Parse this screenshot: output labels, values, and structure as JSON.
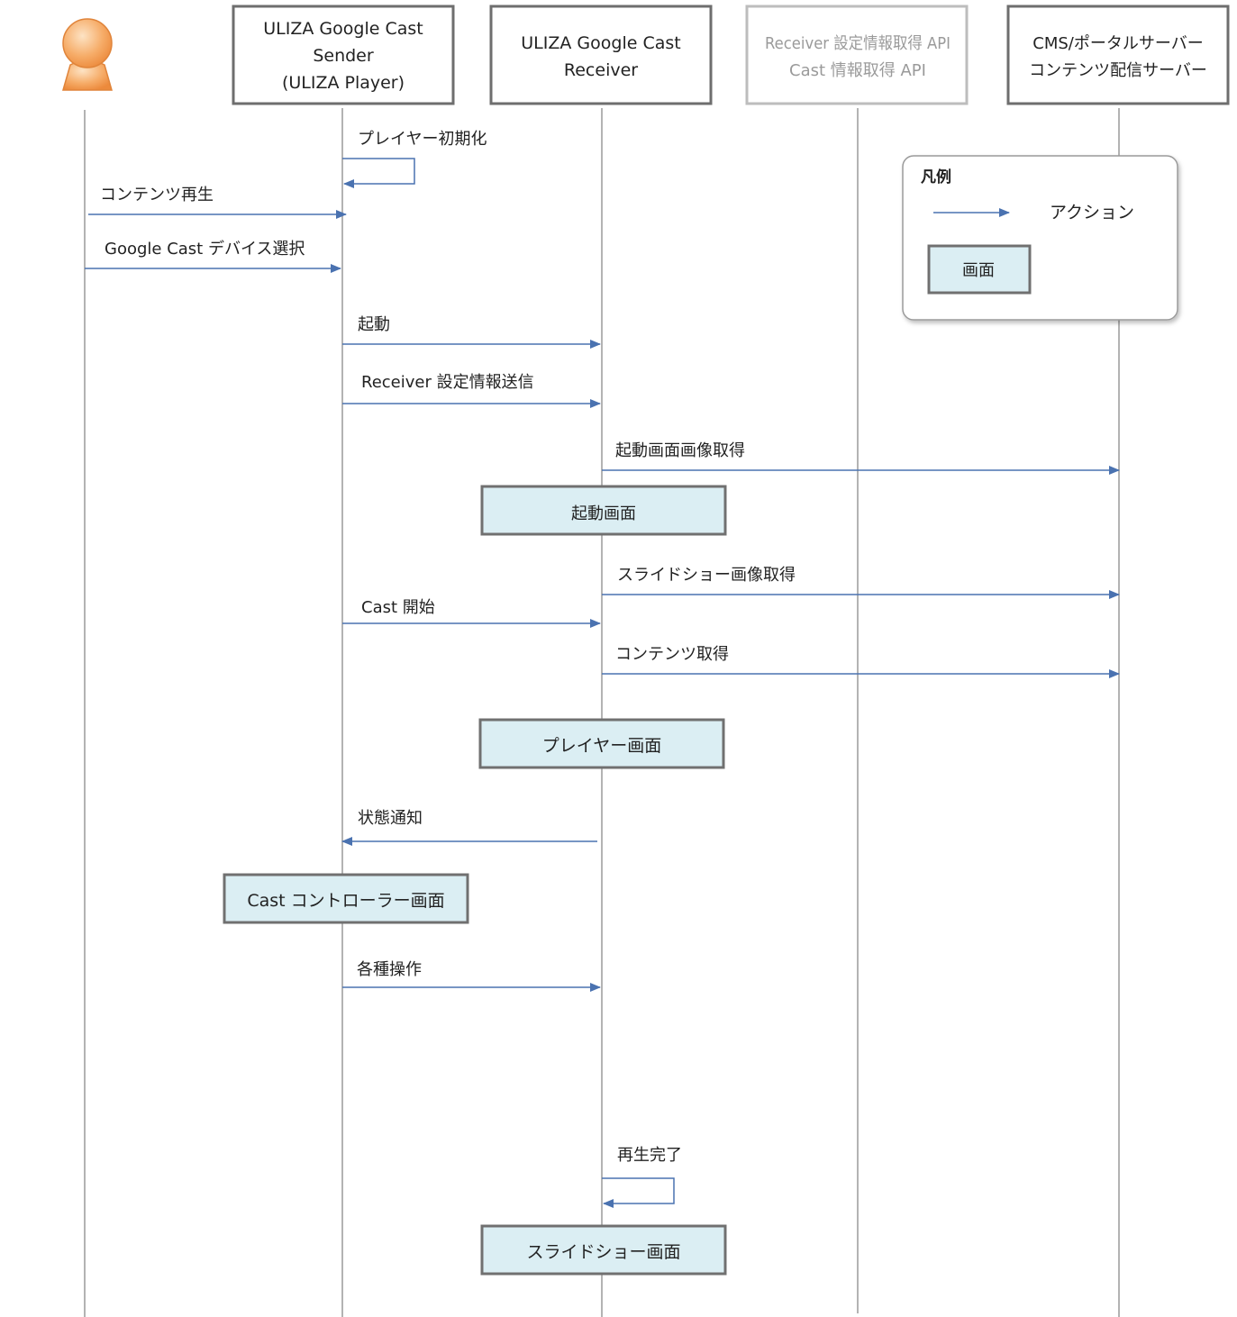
{
  "colors": {
    "arrow": "#4a72b0",
    "lifeline": "#9a9a9a",
    "header_border": "#6e6e6e",
    "header_border_muted": "#bdbdbd",
    "header_text": "#222222",
    "header_text_muted": "#9a9a9a",
    "screen_fill": "#dbeef3",
    "screen_border": "#707070",
    "actor_fill": "#f5a560",
    "actor_stroke": "#e0843a"
  },
  "actor": {
    "icon": "user-icon"
  },
  "participants": [
    {
      "id": "sender",
      "lines": [
        "ULIZA Google Cast",
        "Sender",
        "(ULIZA Player)"
      ],
      "muted": false
    },
    {
      "id": "receiver",
      "lines": [
        "ULIZA Google Cast",
        "Receiver"
      ],
      "muted": false
    },
    {
      "id": "api",
      "lines": [
        "Receiver 設定情報取得 API",
        "Cast 情報取得 API"
      ],
      "muted": true
    },
    {
      "id": "cms",
      "lines": [
        "CMS/ポータルサーバー",
        "コンテンツ配信サーバー"
      ],
      "muted": false
    }
  ],
  "messages": [
    {
      "label": "プレイヤー初期化",
      "from": "sender",
      "to": "sender",
      "self": true
    },
    {
      "label": "コンテンツ再生",
      "from": "user",
      "to": "sender"
    },
    {
      "label": "Google Cast デバイス選択",
      "from": "user",
      "to": "sender"
    },
    {
      "label": "起動",
      "from": "sender",
      "to": "receiver"
    },
    {
      "label": "Receiver 設定情報送信",
      "from": "sender",
      "to": "receiver"
    },
    {
      "label": "起動画面画像取得",
      "from": "receiver",
      "to": "cms"
    },
    {
      "label": "スライドショー画像取得",
      "from": "receiver",
      "to": "cms"
    },
    {
      "label": "Cast 開始",
      "from": "sender",
      "to": "receiver"
    },
    {
      "label": "コンテンツ取得",
      "from": "receiver",
      "to": "cms"
    },
    {
      "label": "状態通知",
      "from": "receiver",
      "to": "sender"
    },
    {
      "label": "各種操作",
      "from": "sender",
      "to": "receiver"
    },
    {
      "label": "再生完了",
      "from": "receiver",
      "to": "receiver",
      "self": true
    }
  ],
  "screens": [
    {
      "label": "起動画面",
      "on": "receiver"
    },
    {
      "label": "プレイヤー画面",
      "on": "receiver"
    },
    {
      "label": "Cast コントローラー画面",
      "on": "sender"
    },
    {
      "label": "スライドショー画面",
      "on": "receiver"
    }
  ],
  "legend": {
    "title": "凡例",
    "action_label": "アクション",
    "screen_label": "画面"
  }
}
